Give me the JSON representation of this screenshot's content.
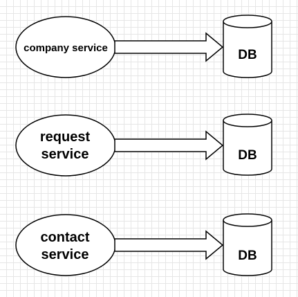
{
  "diagram": {
    "rows": [
      {
        "service_lines": [
          "company service"
        ],
        "db_label": "DB"
      },
      {
        "service_lines": [
          "request",
          "service"
        ],
        "db_label": "DB"
      },
      {
        "service_lines": [
          "contact",
          "service"
        ],
        "db_label": "DB"
      }
    ]
  }
}
